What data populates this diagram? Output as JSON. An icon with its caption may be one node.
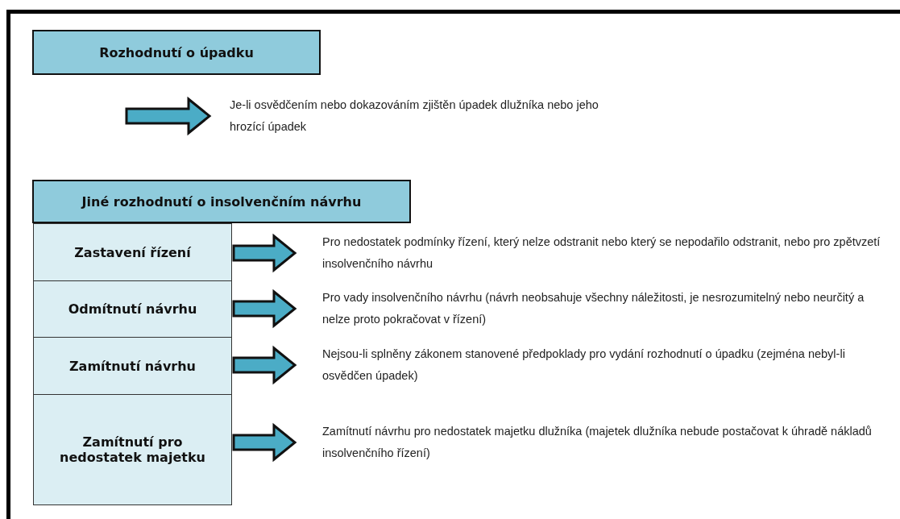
{
  "diagram": {
    "nodes": [
      {
        "text": [
          "Rozhodnutí o úpadku"
        ]
      },
      {
        "text": [
          "Je-li osvědčením nebo dokazováním zjištěn úpadek dlužníka nebo jeho hrozící úpadek"
        ]
      },
      {
        "text": [
          "Jiné rozhodnutí o insolvenčním návrhu"
        ]
      },
      {
        "text": [
          "Zastavení řízení"
        ]
      },
      {
        "text": [
          "Odmítnutí návrhu"
        ]
      },
      {
        "text": [
          "Zamítnutí návrhu"
        ]
      },
      {
        "text": [
          "Zamítnutí pro nedostatek majetku"
        ]
      },
      {
        "text": [
          "Pro nedostatek podmínky řízení, který nelze odstranit nebo který se nepodařilo odstranit, nebo pro zpětvzetí insolvenčního návrhu"
        ]
      },
      {
        "text": [
          "Pro vady insolvenčního návrhu (návrh neobsahuje všechny náležitosti, je nesrozumitelný nebo neurčitý a nelze proto pokračovat v řízení)"
        ]
      },
      {
        "text": [
          "Nejsou-li splněny zákonem stanovené předpoklady pro vydání rozhodnutí o úpadku (zejména nebyl-li osvědčen úpadek)"
        ]
      },
      {
        "text": [
          "Zamítnutí návrhu pro nedostatek majetku dlužníka (majetek dlužníka nebude postačovat k úhradě nákladů insolvenčního řízení)"
        ]
      }
    ],
    "edges": [
      {
        "from": null,
        "to": 1,
        "arrow": "to"
      },
      {
        "from": 3,
        "to": 7,
        "arrow": "to"
      },
      {
        "from": 4,
        "to": 8,
        "arrow": "to"
      },
      {
        "from": 5,
        "to": 9,
        "arrow": "to"
      },
      {
        "from": 6,
        "to": 10,
        "arrow": "to"
      }
    ]
  }
}
